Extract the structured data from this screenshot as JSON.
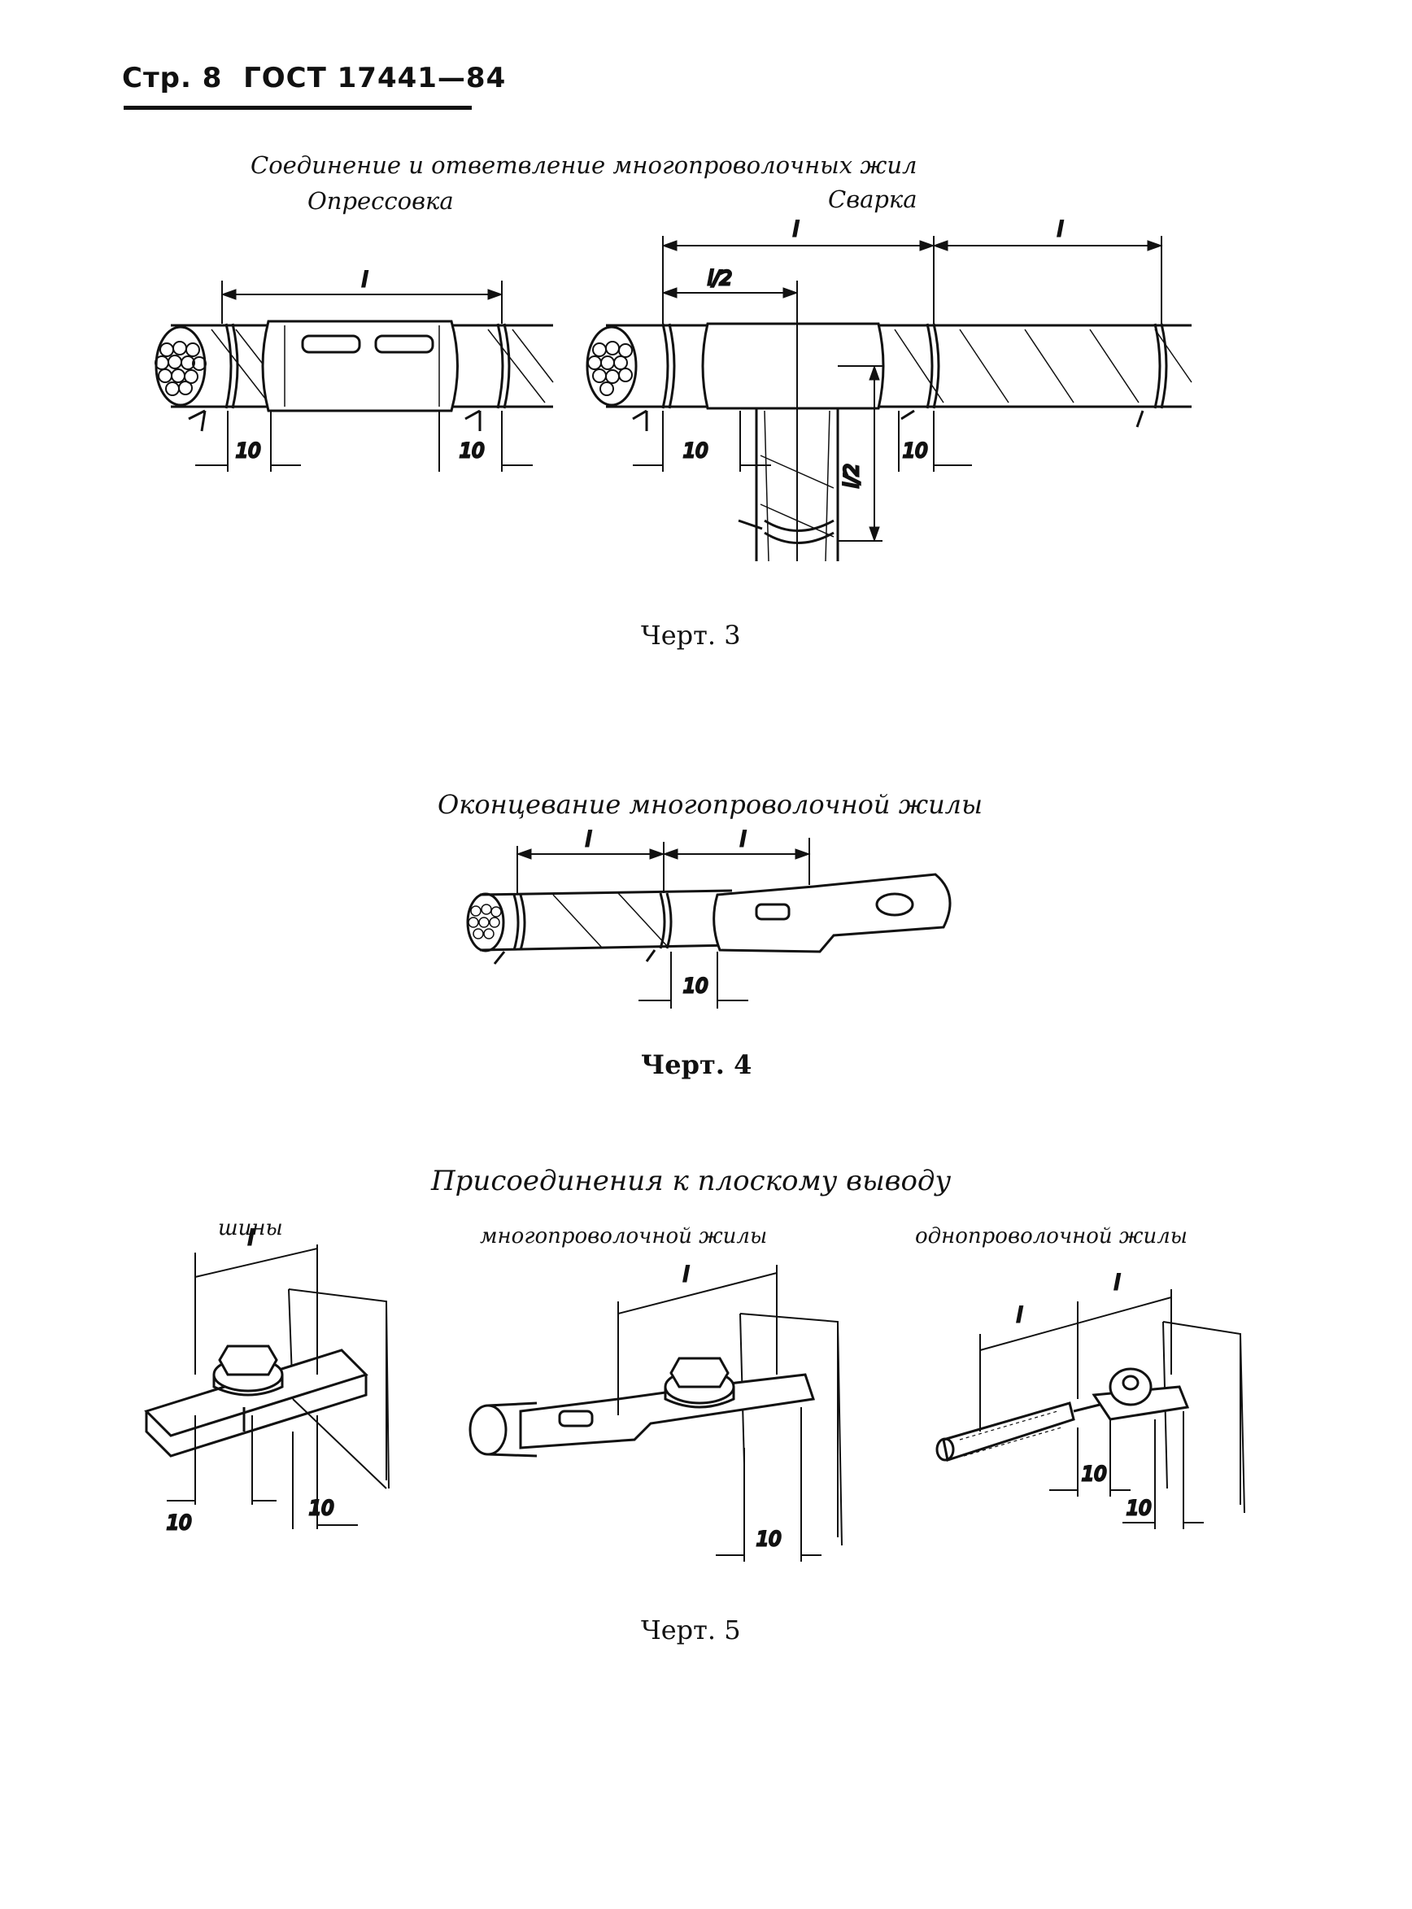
{
  "header": {
    "page": "Стр. 8",
    "standard": "ГОСТ 17441—84"
  },
  "fig3": {
    "title": "Соединение и ответвление многопроволочных жил",
    "left_label": "Опрессовка",
    "right_label": "Сварка",
    "caption": "Черт. 3",
    "dims": {
      "l": "l",
      "half": "l/2",
      "ten": "10"
    }
  },
  "fig4": {
    "title": "Оконцевание многопроволочной жилы",
    "caption": "Черт. 4",
    "dims": {
      "l": "l",
      "ten": "10"
    }
  },
  "fig5": {
    "title": "Присоединения к плоскому выводу",
    "sub_bus": "шины",
    "sub_multi": "многопроволочной жилы",
    "sub_single": "однопроволочной жилы",
    "caption": "Черт. 5",
    "dims": {
      "l": "l",
      "ten": "10"
    }
  }
}
